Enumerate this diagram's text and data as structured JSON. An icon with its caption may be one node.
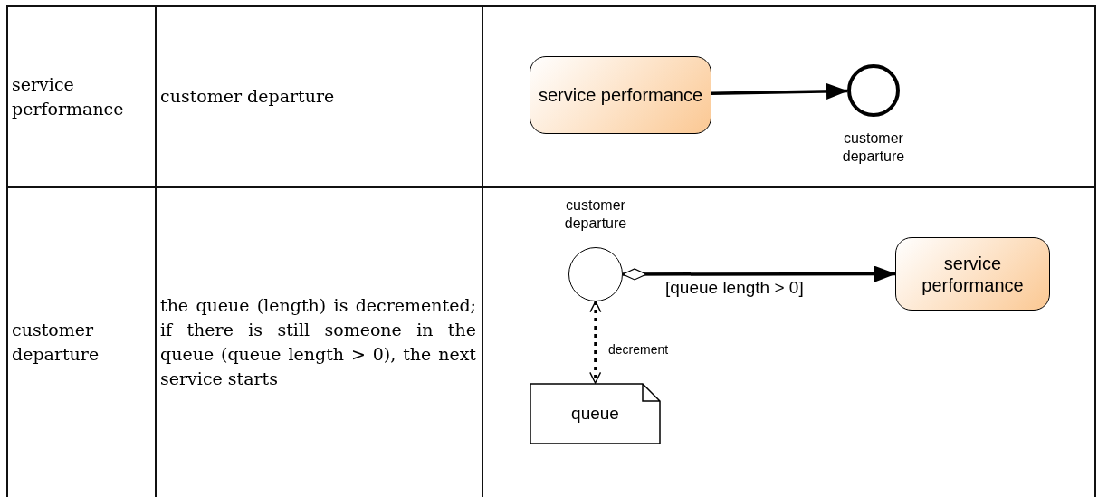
{
  "diagram": {
    "nodes": [
      {
        "text": [
          "service performance"
        ]
      },
      {
        "text": [],
        "shape": "circle",
        "beside": [
          "customer departure"
        ]
      },
      {
        "text": [],
        "shape": "circle",
        "beside": [
          "customer departure"
        ]
      },
      {
        "text": [
          "service performance"
        ]
      },
      {
        "text": [
          "queue"
        ]
      }
    ],
    "edges": [
      {
        "from": 0,
        "to": 1,
        "arrow": "to"
      },
      {
        "from": 2,
        "to": 3,
        "arrow": "to",
        "label": "[queue length > 0]"
      },
      {
        "from": 2,
        "to": 4,
        "arrow": "both",
        "style": "dashed",
        "label": "decrement"
      }
    ],
    "labels": [
      "service performance",
      "customer departure",
      "customer departure",
      "the queue (length) is decremented; if there is still someone in the queue (queue length > 0), the next service starts"
    ]
  }
}
